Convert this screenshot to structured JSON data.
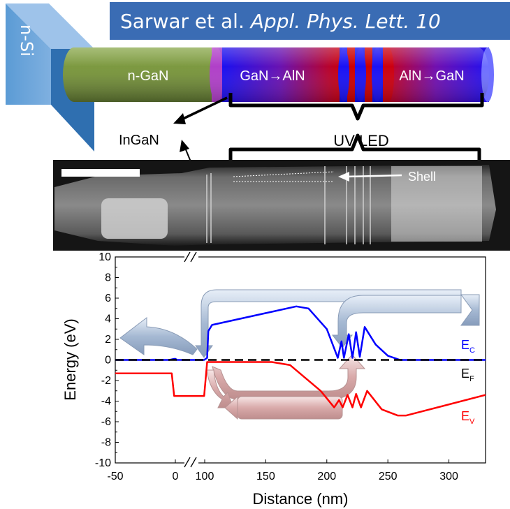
{
  "citation": {
    "authors": "Sarwar et al.",
    "journal": "Appl. Phys. Lett. 10"
  },
  "substrate_label": "n-Si",
  "nanowire": {
    "segment_ngan": "n-GaN",
    "segment_grading_up": "GaN→AlN",
    "segment_grading_down": "AlN→GaN"
  },
  "annotations": {
    "ingan": "InGaN",
    "uv_led": "UV LED",
    "shell": "Shell"
  },
  "colors": {
    "ngan": "#77933c",
    "algan_blue": "#1010ee",
    "algan_red": "#cc0000",
    "ingan_purple": "#9933cc",
    "banner": "#3a6cb4",
    "conduction": "#0000ff",
    "valence": "#ff0000"
  },
  "chart_data": {
    "type": "line",
    "xlabel": "Distance (nm)",
    "ylabel": "Energy (eV)",
    "x_ticks": [
      -50,
      0,
      100,
      150,
      200,
      250,
      300
    ],
    "x_tick_labels": [
      "-50",
      "0",
      "100",
      "150",
      "200",
      "250",
      "300"
    ],
    "x_axis_break": "between 0 and 100",
    "y_ticks": [
      -10,
      -8,
      -6,
      -4,
      -2,
      0,
      2,
      4,
      6,
      8,
      10
    ],
    "y_tick_labels": [
      "-10",
      "-8",
      "-6",
      "-4",
      "-2",
      "0",
      "2",
      "4",
      "6",
      "8",
      "10"
    ],
    "ylim": [
      -10,
      10
    ],
    "series": [
      {
        "name": "E_C",
        "label_main": "E",
        "label_sub": "C",
        "color": "#0000ff",
        "style": "solid",
        "points": [
          [
            -50,
            0
          ],
          [
            -5,
            0
          ],
          [
            -1,
            0.1
          ],
          [
            1,
            0.1
          ],
          [
            5,
            0
          ],
          [
            98,
            0
          ],
          [
            102,
            0.2
          ],
          [
            103,
            2.8
          ],
          [
            106,
            3.4
          ],
          [
            175,
            5.2
          ],
          [
            185,
            5.0
          ],
          [
            200,
            3.0
          ],
          [
            209,
            0.2
          ],
          [
            212,
            1.8
          ],
          [
            214,
            0.2
          ],
          [
            218,
            2.5
          ],
          [
            221,
            0.2
          ],
          [
            224,
            2.7
          ],
          [
            227,
            0.3
          ],
          [
            231,
            3.2
          ],
          [
            240,
            1.5
          ],
          [
            250,
            0.4
          ],
          [
            260,
            0.0
          ],
          [
            330,
            0.0
          ]
        ]
      },
      {
        "name": "E_F",
        "label_main": "E",
        "label_sub": "F",
        "color": "#000000",
        "style": "dashed",
        "points": [
          [
            -50,
            0
          ],
          [
            330,
            0
          ]
        ]
      },
      {
        "name": "E_V",
        "label_main": "E",
        "label_sub": "V",
        "color": "#ff0000",
        "style": "solid",
        "points": [
          [
            -50,
            -1.3
          ],
          [
            -3,
            -1.3
          ],
          [
            -1,
            -3.5
          ],
          [
            98,
            -3.5
          ],
          [
            102,
            -0.2
          ],
          [
            110,
            -0.2
          ],
          [
            155,
            -0.2
          ],
          [
            170,
            -0.5
          ],
          [
            195,
            -3.0
          ],
          [
            206,
            -4.6
          ],
          [
            210,
            -3.9
          ],
          [
            213,
            -4.6
          ],
          [
            217,
            -3.4
          ],
          [
            221,
            -4.6
          ],
          [
            224,
            -3.3
          ],
          [
            228,
            -4.6
          ],
          [
            233,
            -3.0
          ],
          [
            245,
            -4.8
          ],
          [
            258,
            -5.4
          ],
          [
            265,
            -5.4
          ],
          [
            330,
            -3.4
          ]
        ]
      }
    ]
  }
}
